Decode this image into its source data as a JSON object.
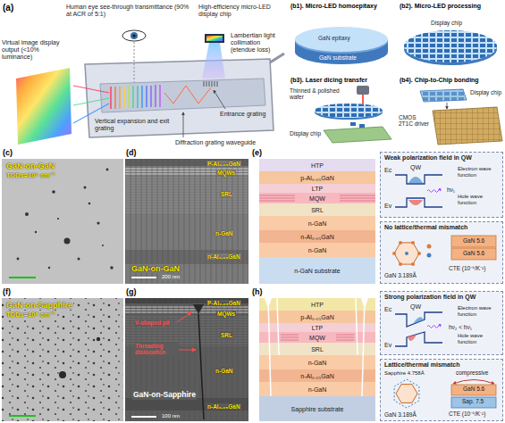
{
  "diagram": {
    "nodes": [
      {
        "text": [
          "HTP"
        ]
      },
      {
        "text": [
          "p-Al₀.₀₅GaN"
        ]
      },
      {
        "text": [
          "LTP"
        ]
      },
      {
        "text": [
          "MQW"
        ]
      },
      {
        "text": [
          "SRL"
        ]
      },
      {
        "text": [
          "n-GaN"
        ]
      },
      {
        "text": [
          "n-Al₀.₀₅GaN"
        ]
      },
      {
        "text": [
          "n-GaN"
        ]
      },
      {
        "text": [
          "n-GaN substrate"
        ]
      },
      {
        "text": [
          "Weak polarization field in QW",
          "Ec",
          "QW",
          "Electron wave function",
          "hν₁",
          "Hole wave function",
          "Ev"
        ]
      },
      {
        "text": [
          "No lattice/thermal mismatch",
          "GaN 3.189Å",
          "GaN 5.6",
          "GaN 5.6",
          "CTE (10⁻⁶/K⁻¹)"
        ]
      },
      {
        "text": [
          "HTP"
        ]
      },
      {
        "text": [
          "p-Al₀.₀₅GaN"
        ]
      },
      {
        "text": [
          "LTP"
        ]
      },
      {
        "text": [
          "MQW"
        ]
      },
      {
        "text": [
          "SRL"
        ]
      },
      {
        "text": [
          "n-GaN"
        ]
      },
      {
        "text": [
          "n-Al₀.₀₅GaN"
        ]
      },
      {
        "text": [
          "n-GaN"
        ]
      },
      {
        "text": [
          "Sapphire substrate"
        ]
      },
      {
        "text": [
          "Strong polarization field in QW",
          "Ec",
          "QW",
          "Electron wave function",
          "hν₂ < hν₁",
          "Hole wave function",
          "Ev"
        ]
      },
      {
        "text": [
          "Lattice/thermal mismatch",
          "Sapphire 4.758Å",
          "GaN 3.189Å",
          "compressive",
          "GaN 5.6",
          "Sap. 7.5",
          "CTE (10⁻⁶/K⁻¹)"
        ]
      }
    ],
    "labels": [
      "(a)",
      "Virtual image display output (<10% luminance)",
      "Human eye see-through transmittance (90% at ACR of 5:1)",
      "High-efficiency micro-LED display chip",
      "Lambertian light collimation (etendue loss)",
      "Entrance grating",
      "Vertical expansion and exit grating",
      "Diffraction grating waveguide",
      "(b1). Micro-LED homoepitaxy",
      "GaN epitaxy",
      "GaN substrate",
      "(b2). Micro-LED processing",
      "Display chip",
      "(b3). Laser dicing transfer",
      "Thinned & polished wafer",
      "Display chip",
      "(b4). Chip-to-Chip bonding",
      "Display chip",
      "CMOS 2T1C driver",
      "(c)",
      "GaN-on-GaN",
      "TDDs=10⁵ cm⁻²",
      "(d)",
      "P-Al₀.₀₅GaN",
      "MQWs",
      "SRL",
      "n-GaN",
      "n-Al₀.₀₅GaN",
      "GaN-on-GaN",
      "200 nm",
      "(e)",
      "(f)",
      "GaN-on-Sapphire",
      "TDDs=10⁸ cm⁻²",
      "(g)",
      "P-Al₀.₀₅GaN",
      "MQWs",
      "SRL",
      "V-shaped pit",
      "Threading dislocation",
      "n-GaN",
      "GaN-on-Sapphire",
      "n-Al₀.₀₅GaN",
      "100 nm",
      "(h)"
    ]
  }
}
